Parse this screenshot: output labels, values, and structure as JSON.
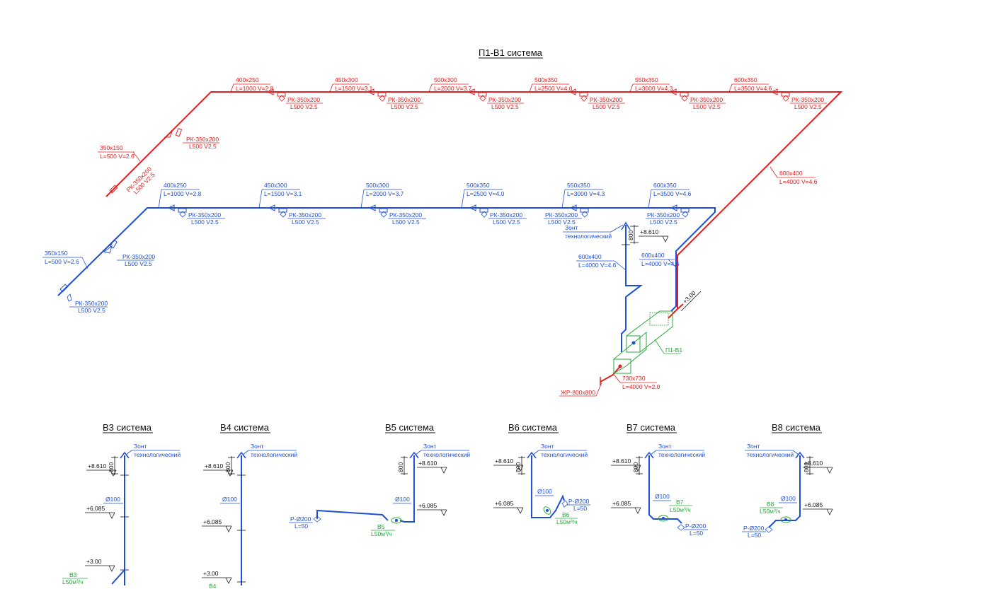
{
  "colors": {
    "supply": "#e02020",
    "exhaust": "#1f4fd6",
    "unit": "#27a83a",
    "text": "#111111"
  },
  "main": {
    "title": "П1-В1 система",
    "supply_sections": [
      {
        "size": "400x250",
        "flow": "L=1000 V=2.8"
      },
      {
        "size": "450x300",
        "flow": "L=1500 V=3.1"
      },
      {
        "size": "500x300",
        "flow": "L=2000 V=3.7"
      },
      {
        "size": "500x350",
        "flow": "L=2500 V=4.0"
      },
      {
        "size": "550x350",
        "flow": "L=3000 V=4.3"
      },
      {
        "size": "600x350",
        "flow": "L=3500 V=4.6"
      }
    ],
    "exhaust_sections": [
      {
        "size": "400x250",
        "flow": "L=1000 V=2.8"
      },
      {
        "size": "450x300",
        "flow": "L=1500 V=3.1"
      },
      {
        "size": "500x300",
        "flow": "L=2000 V=3.7"
      },
      {
        "size": "500x350",
        "flow": "L=2500 V=4.0"
      },
      {
        "size": "550x350",
        "flow": "L=3000 V=4.3"
      },
      {
        "size": "600x350",
        "flow": "L=3500 V=4.6"
      }
    ],
    "terminal": {
      "name": "РК-350x200",
      "flow": "L500 V2.5"
    },
    "supply_branch": {
      "size": "350x150",
      "flow": "L=500 V=2.6"
    },
    "exhaust_branch": {
      "size": "350x150",
      "flow": "L=500 V=2.6"
    },
    "supply_riser": {
      "size": "600x400",
      "flow": "L=4000 V=4.6"
    },
    "exhaust_riser_left": {
      "size": "600x400",
      "flow": "L=4000 V=4.6"
    },
    "exhaust_riser_right": {
      "size": "600x400",
      "flow": "L=4000 V=4.6"
    },
    "hood": {
      "line1": "Зонт",
      "line2": "технологический"
    },
    "hood_height": "800",
    "hood_level": "+8.610",
    "level_300": "+3.00",
    "unit_label": "П1-В1",
    "intake": {
      "size": "730x730",
      "flow": "L=4000 V=2.0"
    },
    "grille": "ЖР-800x800"
  },
  "sub_systems": [
    {
      "title": "В3 система",
      "hood_line1": "Зонт",
      "hood_line2": "технологический",
      "height": "800",
      "level_top": "+8.610",
      "diameter": "Ø100",
      "level_mid": "+6.085",
      "level_low": "+3.00",
      "fan_name": "В3",
      "fan_flow": "L50м³/ч"
    },
    {
      "title": "В4 система",
      "hood_line1": "Зонт",
      "hood_line2": "технологический",
      "height": "800",
      "level_top": "+8.610",
      "diameter": "Ø100",
      "level_mid": "+6.085",
      "level_low": "+3.00",
      "fan_name": "В4"
    },
    {
      "title": "В5 система",
      "hood_line1": "Зонт",
      "hood_line2": "технологический",
      "height": "800",
      "level_top": "+8.610",
      "diameter": "Ø100",
      "level_mid": "+6.085",
      "fan_name": "В5",
      "fan_flow": "L50м³/ч",
      "valve_name": "Р-Ø200",
      "valve_flow": "L=50"
    },
    {
      "title": "В6 система",
      "hood_line1": "Зонт",
      "hood_line2": "технологический",
      "height": "800",
      "level_top": "+8.610",
      "diameter": "Ø100",
      "level_mid": "+6.085",
      "fan_name": "В6",
      "fan_flow": "L50м³/ч",
      "valve_name": "Р-Ø200",
      "valve_flow": "L=50"
    },
    {
      "title": "В7 система",
      "hood_line1": "Зонт",
      "hood_line2": "технологический",
      "height": "800",
      "level_top": "+8.610",
      "diameter": "Ø100",
      "level_mid": "+6.085",
      "fan_name": "В7",
      "fan_flow": "L50м³/ч",
      "valve_name": "Р-Ø200",
      "valve_flow": "L=50"
    },
    {
      "title": "В8 система",
      "hood_line1": "Зонт",
      "hood_line2": "технологический",
      "height": "800",
      "level_top": "+8.610",
      "diameter": "Ø100",
      "level_mid": "+6.085",
      "fan_name": "В8",
      "fan_flow": "L50м³/ч",
      "valve_name": "Р-Ø200",
      "valve_flow": "L=50"
    }
  ]
}
